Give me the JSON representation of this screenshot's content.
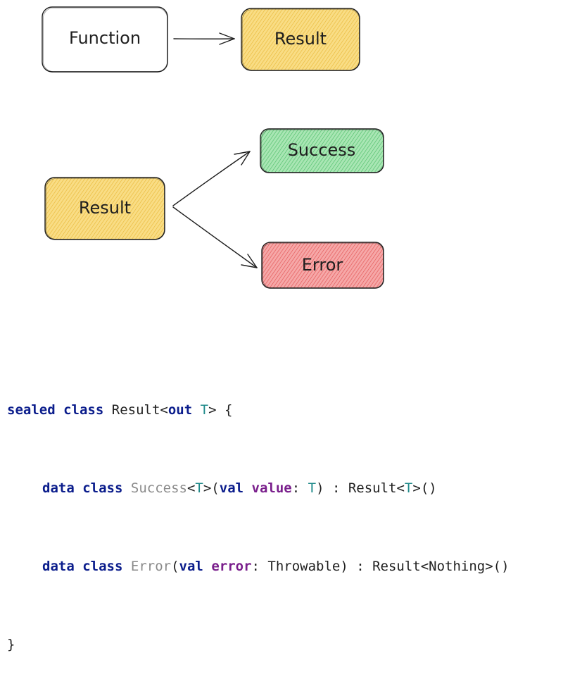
{
  "diagram": {
    "nodes": {
      "function": {
        "label": "Function",
        "fill": "#ffffff"
      },
      "result_top": {
        "label": "Result",
        "fill": "#f7d26b"
      },
      "result_left": {
        "label": "Result",
        "fill": "#f7d26b"
      },
      "success": {
        "label": "Success",
        "fill": "#8fdb9e"
      },
      "error": {
        "label": "Error",
        "fill": "#f28b8b"
      }
    },
    "stroke_color": "#1e1e1e"
  },
  "code": {
    "line1": {
      "kw_sealed": "sealed",
      "kw_class": "class",
      "name": "Result",
      "lt": "<",
      "kw_out": "out",
      "type_param": "T",
      "tail": "> {"
    },
    "line2": {
      "kw_data": "data",
      "kw_class": "class",
      "name": "Success",
      "lt": "<",
      "type_param": "T",
      "gt_open": ">(",
      "kw_val": "val",
      "prop": "value",
      "colon": ": ",
      "param_type": "T",
      "mid": ") : Result<",
      "super_type_param": "T",
      "tail": ">()"
    },
    "line3": {
      "kw_data": "data",
      "kw_class": "class",
      "name": "Error",
      "open": "(",
      "kw_val": "val",
      "prop": "error",
      "tail": ": Throwable) : Result<Nothing>()"
    },
    "line4": {
      "close": "}"
    }
  }
}
